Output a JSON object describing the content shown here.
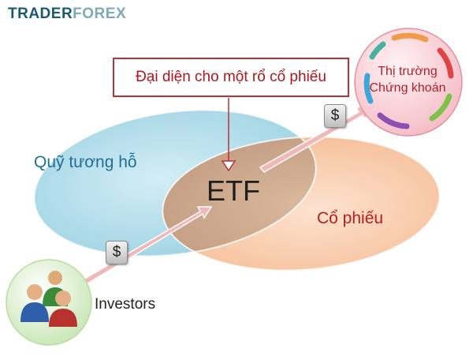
{
  "logo": {
    "part1": "TRADER",
    "part2": "FOREX"
  },
  "callout": {
    "text": "Đại diện cho một rổ cổ phiếu"
  },
  "labels": {
    "mutual_fund": "Quỹ tương hỗ",
    "etf": "ETF",
    "stocks": "Cổ phiếu",
    "investors": "Investors",
    "market_line1": "Thị trường",
    "market_line2": "Chứng khoán"
  },
  "badges": {
    "dollar_1": "$",
    "dollar_2": "$"
  },
  "colors": {
    "mutual_fund_ellipse": "#9fd3e3",
    "stocks_ellipse": "#f5b98f",
    "etf_overlap": "#c9a487",
    "arrow": "#f2b7b7",
    "callout_border": "#b6323a",
    "market_circle": "#f7c9cf"
  },
  "icons": {
    "investors": "people-icon",
    "market_cycle": "cycle-arrows-icon"
  }
}
